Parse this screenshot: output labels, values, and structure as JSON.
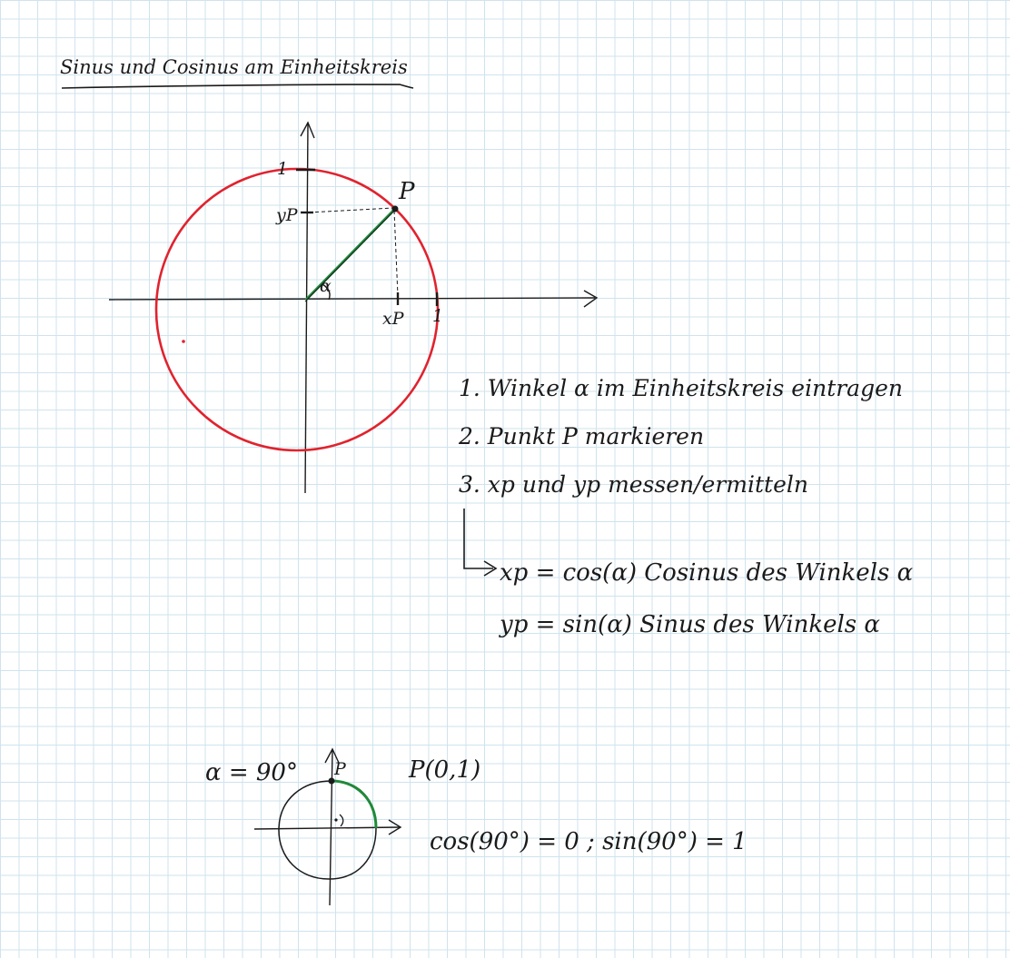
{
  "title": "Sinus und Cosinus am Einheitskreis",
  "colors": {
    "circle": "#e0232e",
    "angle_line": "#1f8a3a",
    "ink": "#1a1a1a",
    "grid": "#cfe3ee"
  },
  "diagram_main": {
    "point_label": "P",
    "y_tick_label": "1",
    "x_tick_label": "1",
    "yp_label": "yP",
    "xp_label": "xP",
    "angle_label": "α"
  },
  "steps": [
    "1. Winkel α im Einheitskreis eintragen",
    "2. Punkt P markieren",
    "3. xp und yp messen/ermitteln"
  ],
  "results": [
    "xp = cos(α)  Cosinus des Winkels α",
    "yp = sin(α)  Sinus des Winkels α"
  ],
  "example": {
    "angle": "α = 90°",
    "point_label": "P",
    "point": "P(0,1)",
    "values": "cos(90°) = 0 ; sin(90°) = 1"
  }
}
